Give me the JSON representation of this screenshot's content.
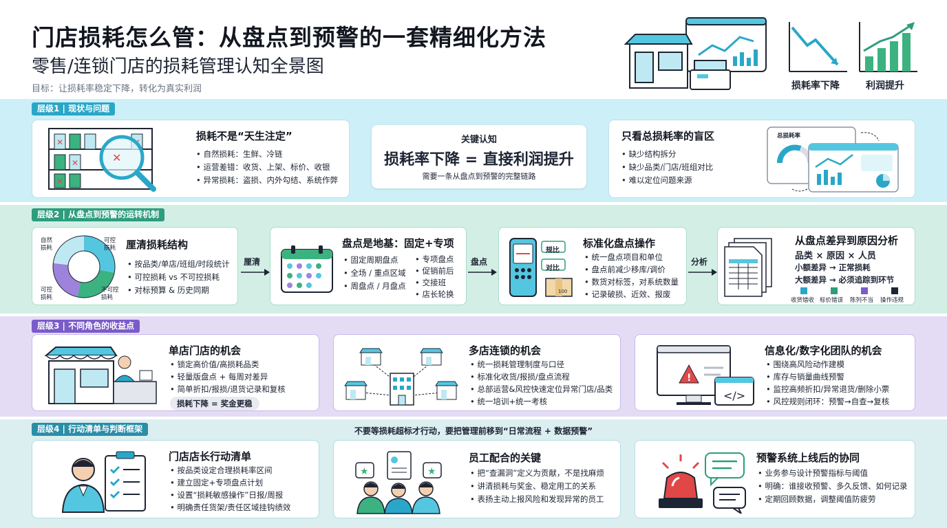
{
  "header": {
    "title": "门店损耗怎么管：从盘点到预警的一套精细化方法",
    "subtitle": "零售/连锁门店的损耗管理认知全景图",
    "goal": "目标：让损耗率稳定下降，转化为真实利润",
    "trend_down_label": "损耗率下降",
    "trend_up_label": "利润提升"
  },
  "level1": {
    "tag": "层级1 | 现状与问题",
    "card1": {
      "title": "损耗不是“天生注定”",
      "items": [
        "自然损耗：生鲜、冷链",
        "运营差错：收货、上架、标价、收银",
        "异常损耗：盗损、内外勾结、系统作弊"
      ]
    },
    "card2": {
      "label": "关键认知",
      "headline": "损耗率下降 = 直接利润提升",
      "note": "需要一条从盘点到预警的完整链路"
    },
    "card3": {
      "title": "只看总损耗率的盲区",
      "items": [
        "缺少结构拆分",
        "缺少品类/门店/班组对比",
        "难以定位问题来源"
      ],
      "dashboard_label": "总损耗率"
    }
  },
  "level2": {
    "tag": "层级2 | 从盘点到预警的运转机制",
    "card1": {
      "title": "厘清损耗结构",
      "items": [
        "按品类/单店/班组/时段统计",
        "可控损耗 vs 不可控损耗",
        "对标预算 & 历史同期"
      ],
      "pie_labels": [
        "自然损耗",
        "可控损耗",
        "可控损耗",
        "不可控损耗"
      ]
    },
    "arrow1": "厘清",
    "card2": {
      "title": "盘点是地基：固定+专项",
      "left_items": [
        "固定周期盘点",
        "全场 / 重点区域",
        "周盘点 / 月盘点"
      ],
      "right_items": [
        "专项盘点",
        "促销前后",
        "交接班",
        "店长轮换"
      ]
    },
    "arrow2": "盘点",
    "card3": {
      "title": "标准化盘点操作",
      "items": [
        "统一盘点项目和单位",
        "盘点前减少移库/调价",
        "数货对标签，对系统数量",
        "记录破损、近效、报废"
      ],
      "tag1": "规比",
      "tag2": "对比",
      "box_label": "100"
    },
    "arrow3": "分析",
    "card4": {
      "title": "从盘点差异到原因分析",
      "formula": "品类 × 原因 × 人员",
      "line1": "小额差异 → 正常损耗",
      "line2": "大额差异 → 必须追踪到环节",
      "icons": [
        "收货错收",
        "标价错误",
        "陈列不当",
        "操作违规"
      ]
    }
  },
  "level3": {
    "tag": "层级3 | 不同角色的收益点",
    "card1": {
      "title": "单店门店的机会",
      "items": [
        "锁定高价值/高损耗品类",
        "轻量版盘点 + 每周对差异",
        "简单折扣/报损/退货记录和复核"
      ],
      "pill": "损耗下降 = 奖金更稳"
    },
    "card2": {
      "title": "多店连锁的机会",
      "items": [
        "统一损耗管理制度与口径",
        "标准化收货/报损/盘点流程",
        "总部运营&风控快速定位异常门店/品类",
        "统一培训+统一考核"
      ]
    },
    "card3": {
      "title": "信息化/数字化团队的机会",
      "items": [
        "围绕高风险动作建模",
        "库存与销量曲线预警",
        "监控高频折扣/异常退货/删除小票",
        "风控规则闭环：预警→自查→复核"
      ]
    }
  },
  "level4": {
    "tag": "层级4 | 行动清单与判断框架",
    "banner": "不要等损耗超标才行动，要把管理前移到“日常流程 + 数据预警”",
    "card1": {
      "title": "门店店长行动清单",
      "items": [
        "按品类设定合理损耗率区间",
        "建立固定+专项盘点计划",
        "设置“损耗敏感操作”日报/周报",
        "明确责任货架/责任区域挂钩绩效"
      ]
    },
    "card2": {
      "title": "员工配合的关键",
      "items": [
        "把“查漏洞”定义为贡献，不是找麻烦",
        "讲清损耗与奖金、稳定用工的关系",
        "表扬主动上报风险和发现异常的员工"
      ]
    },
    "card3": {
      "title": "预警系统上线后的协同",
      "items": [
        "业务参与设计预警指标与阈值",
        "明确：谁接收预警、多久反馈、如何记录",
        "定期回顾数据，调整阈值防疲劳"
      ]
    }
  },
  "colors": {
    "cyan": "#2aa7c8",
    "green": "#2d9d7c",
    "purple": "#7a5bc9",
    "teal": "#2a8ea8",
    "red": "#e04848"
  }
}
